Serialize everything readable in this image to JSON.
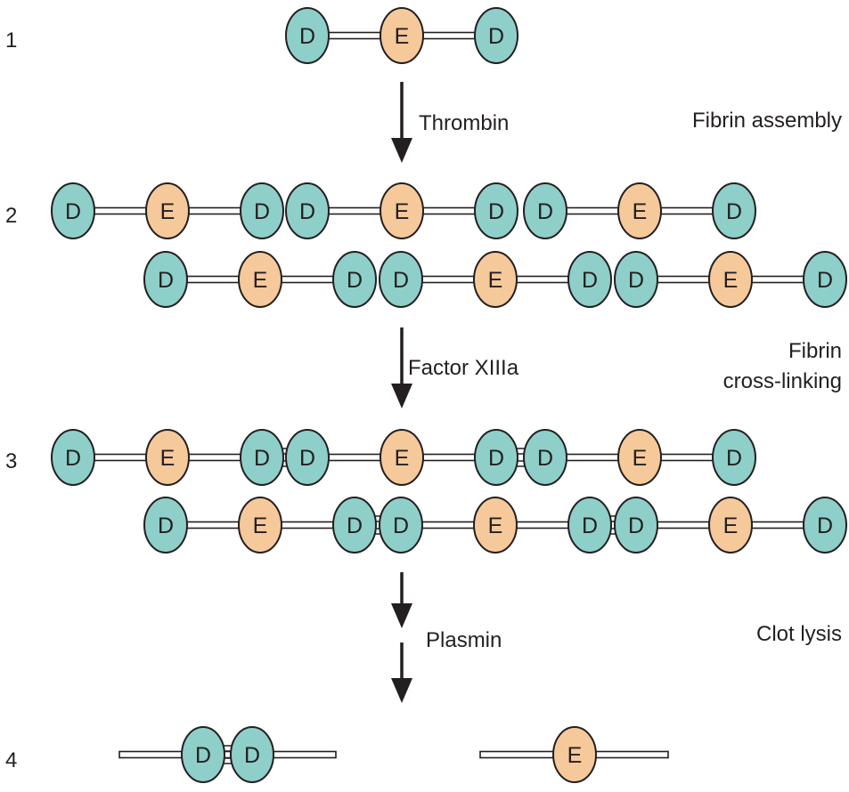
{
  "steps": [
    {
      "number": "1"
    },
    {
      "number": "2"
    },
    {
      "number": "3"
    },
    {
      "number": "4"
    }
  ],
  "enzymes": {
    "thrombin": "Thrombin",
    "factor_xiiia": "Factor XIIIa",
    "plasmin": "Plasmin"
  },
  "processes": {
    "assembly": "Fibrin assembly",
    "crosslinking_line1": "Fibrin",
    "crosslinking_line2": "cross-linking",
    "lysis": "Clot lysis"
  },
  "domains": {
    "d_label": "D",
    "e_label": "E"
  },
  "colors": {
    "d_domain": "#8ecfc9",
    "e_domain": "#f6c99b",
    "outline": "#231f20",
    "arrow": "#231f20"
  }
}
